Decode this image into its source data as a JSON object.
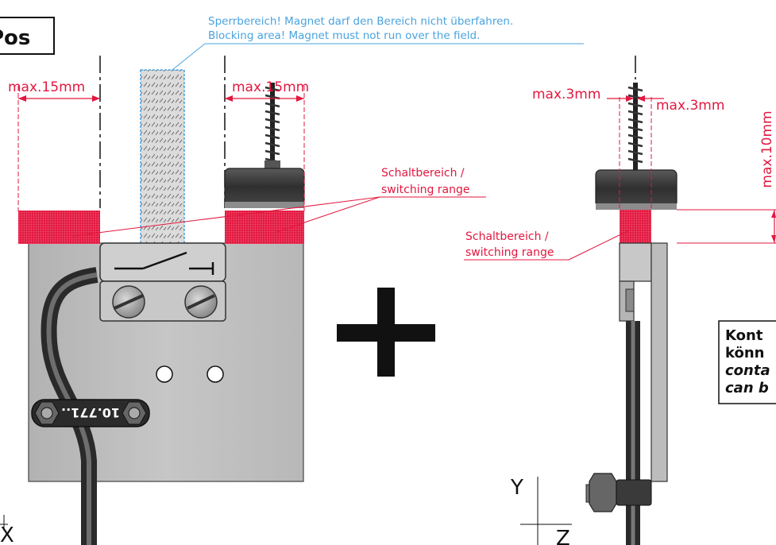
{
  "title": "Pos",
  "blocking_note": {
    "de": "Sperrbereich! Magnet darf den Bereich nicht überfahren.",
    "en": "Blocking area! Magnet must not run over the field."
  },
  "dims": {
    "left_a": "max.15mm",
    "left_b": "max.15mm",
    "side_a": "max.3mm",
    "side_b": "max.3mm",
    "side_v": "max.10mm"
  },
  "switching_front": {
    "de": "Schaltbereich /",
    "en": "switching range"
  },
  "switching_side": {
    "de": "Schaltbereich /",
    "en": "switching range"
  },
  "product_label": "10.771..",
  "axes": {
    "x": "X",
    "y": "Y",
    "z": "Z"
  },
  "note": {
    "line1": "Kont",
    "line2": "könn",
    "line3": "conta",
    "line4": "can b"
  },
  "colors": {
    "accent": "#e3173f",
    "blue": "#4aa3df",
    "body": "#bdbdbd"
  },
  "icons": {
    "switch": "switch-symbol-icon",
    "screw": "screw-head-icon",
    "plus": "plus-icon"
  }
}
